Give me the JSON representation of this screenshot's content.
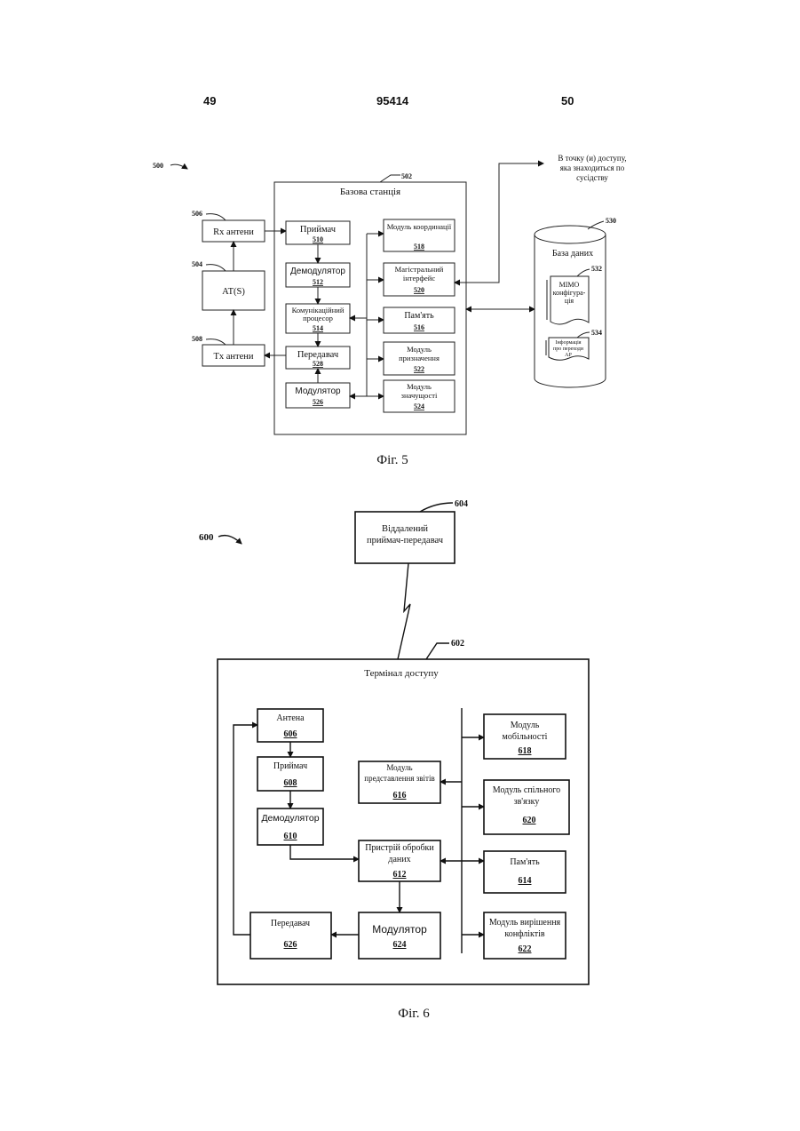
{
  "header": {
    "left_page": "49",
    "doc_number": "95414",
    "right_page": "50"
  },
  "fig5": {
    "ref_main": "500",
    "caption": "Фіг. 5",
    "base_station": {
      "title": "Базова станція",
      "ref": "502"
    },
    "rx_antenna": {
      "label": "Rx антени",
      "ref": "506"
    },
    "ats": {
      "label": "AT(S)",
      "ref": "504"
    },
    "tx_antenna": {
      "label": "Tx антени",
      "ref": "508"
    },
    "receiver": {
      "label": "Приймач",
      "num": "510"
    },
    "demodulator": {
      "label": "Демодулятор",
      "num": "512"
    },
    "comm_processor": {
      "line1": "Комунікаційний",
      "line2": "процесор",
      "num": "514"
    },
    "transmitter": {
      "label": "Передавач",
      "num": "528"
    },
    "modulator": {
      "label": "Модулятор",
      "num": "526"
    },
    "coord_module": {
      "label": "Модуль координації",
      "num": "518"
    },
    "backbone": {
      "line1": "Магістральний",
      "line2": "інтерфейс",
      "num": "520"
    },
    "memory": {
      "label": "Пам'ять",
      "num": "516"
    },
    "assign_module": {
      "line1": "Модуль",
      "line2": "призначення",
      "num": "522"
    },
    "significance_module": {
      "line1": "Модуль",
      "line2": "значущості",
      "num": "524"
    },
    "neighbor_ap": {
      "line1": "В точку (и) доступу,",
      "line2": "яка знаходиться по",
      "line3": "сусідству"
    },
    "database": {
      "label": "База даних",
      "ref": "530"
    },
    "mimo_doc": {
      "line1": "MIMO",
      "line2": "конфігура-",
      "line3": "ція",
      "ref": "532"
    },
    "handoff_doc": {
      "line1": "Інформація",
      "line2": "про переходи",
      "line3": "AP",
      "ref": "534"
    }
  },
  "fig6": {
    "ref_main": "600",
    "caption": "Фіг. 6",
    "remote": {
      "line1": "Віддалений",
      "line2": "приймач-передавач",
      "ref": "604"
    },
    "terminal": {
      "title": "Термінал доступу",
      "ref": "602"
    },
    "antenna": {
      "label": "Антена",
      "num": "606"
    },
    "receiver": {
      "label": "Приймач",
      "num": "608"
    },
    "demodulator": {
      "label": "Демодулятор",
      "num": "610"
    },
    "report_module": {
      "line1": "Модуль",
      "line2": "представлення звітів",
      "num": "616"
    },
    "processor": {
      "line1": "Пристрій обробки",
      "line2": "даних",
      "num": "612"
    },
    "modulator": {
      "label": "Модулятор",
      "num": "624"
    },
    "transmitter": {
      "label": "Передавач",
      "num": "626"
    },
    "mobility": {
      "line1": "Модуль",
      "line2": "мобільності",
      "num": "618"
    },
    "joint_comm": {
      "line1": "Модуль спільного",
      "line2": "зв'язку",
      "num": "620"
    },
    "memory": {
      "label": "Пам'ять",
      "num": "614"
    },
    "conflict": {
      "line1": "Модуль вирішення",
      "line2": "конфліктів",
      "num": "622"
    }
  }
}
